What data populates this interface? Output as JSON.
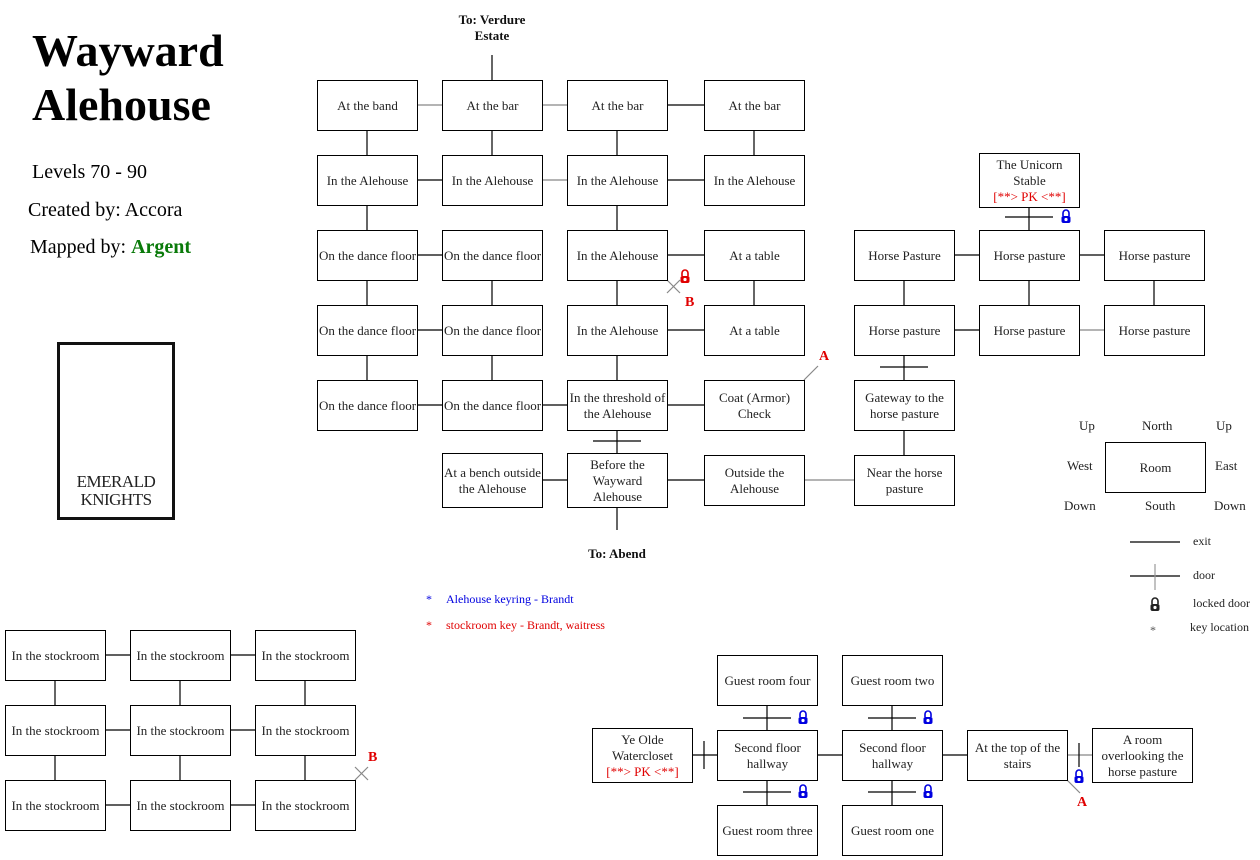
{
  "header": {
    "title_line1": "Wayward",
    "title_line2": "Alehouse",
    "levels": "Levels 70 - 90",
    "created_label": "Created by: Accora",
    "mapped_label": "Mapped by: ",
    "mapped_name": "Argent"
  },
  "logo": {
    "line1": "EMERALD",
    "line2": "KNIGHTS",
    "color": "#0a9a4e"
  },
  "exits": {
    "north": "To: Verdure Estate",
    "south": "To: Abend"
  },
  "colors": {
    "red": "#e00000",
    "blue": "#0000e0",
    "green": "#0a7a0a"
  },
  "rooms": {
    "band": "At the band",
    "bar1": "At the bar",
    "bar2": "At the bar",
    "bar3": "At the bar",
    "ale1": "In the Alehouse",
    "ale2": "In the Alehouse",
    "ale3": "In the Alehouse",
    "ale4": "In the Alehouse",
    "dance1": "On the dance floor",
    "dance2": "On the dance floor",
    "ale5": "In the Alehouse",
    "table1": "At a table",
    "dance3": "On the dance floor",
    "dance4": "On the dance floor",
    "ale6": "In the Alehouse",
    "table2": "At a table",
    "dance5": "On the dance floor",
    "dance6": "On the dance floor",
    "threshold": "In the threshold of the Alehouse",
    "coat": "Coat (Armor) Check",
    "bench": "At a bench outside the Alehouse",
    "before": "Before the Wayward Alehouse",
    "outside": "Outside the Alehouse",
    "near": "Near the horse pasture",
    "gateway": "Gateway to the horse pasture",
    "unicorn": "The Unicorn Stable",
    "unicorn_pk": "[**> PK <**]",
    "hp1": "Horse Pasture",
    "hp2": "Horse pasture",
    "hp3": "Horse pasture",
    "hp4": "Horse pasture",
    "hp5": "Horse pasture",
    "hp6": "Horse pasture",
    "stock": [
      "In the stockroom",
      "In the stockroom",
      "In the stockroom",
      "In the stockroom",
      "In the stockroom",
      "In the stockroom",
      "In the stockroom",
      "In the stockroom",
      "In the stockroom"
    ],
    "guest4": "Guest room four",
    "guest2": "Guest room two",
    "guest3": "Guest room three",
    "guest1": "Guest room one",
    "water": "Ye Olde Watercloset",
    "water_pk": "[**> PK <**]",
    "hall1": "Second floor hallway",
    "hall2": "Second floor hallway",
    "stairs": "At the top of the stairs",
    "overlook": "A room overlooking the horse pasture"
  },
  "markers": {
    "a1": "A",
    "a2": "A",
    "b1": "B",
    "b2": "B"
  },
  "keys": [
    {
      "star": "*",
      "text": "Alehouse keyring - Brandt",
      "color": "#0000e0"
    },
    {
      "star": "*",
      "text": "stockroom key - Brandt, waitress",
      "color": "#e00000"
    }
  ],
  "legend": {
    "up_left": "Up",
    "north": "North",
    "up_right": "Up",
    "west": "West",
    "room": "Room",
    "east": "East",
    "down_left": "Down",
    "south": "South",
    "down_right": "Down",
    "exit": "exit",
    "door": "door",
    "locked": "locked door",
    "key_star": "*",
    "key": "key location"
  }
}
